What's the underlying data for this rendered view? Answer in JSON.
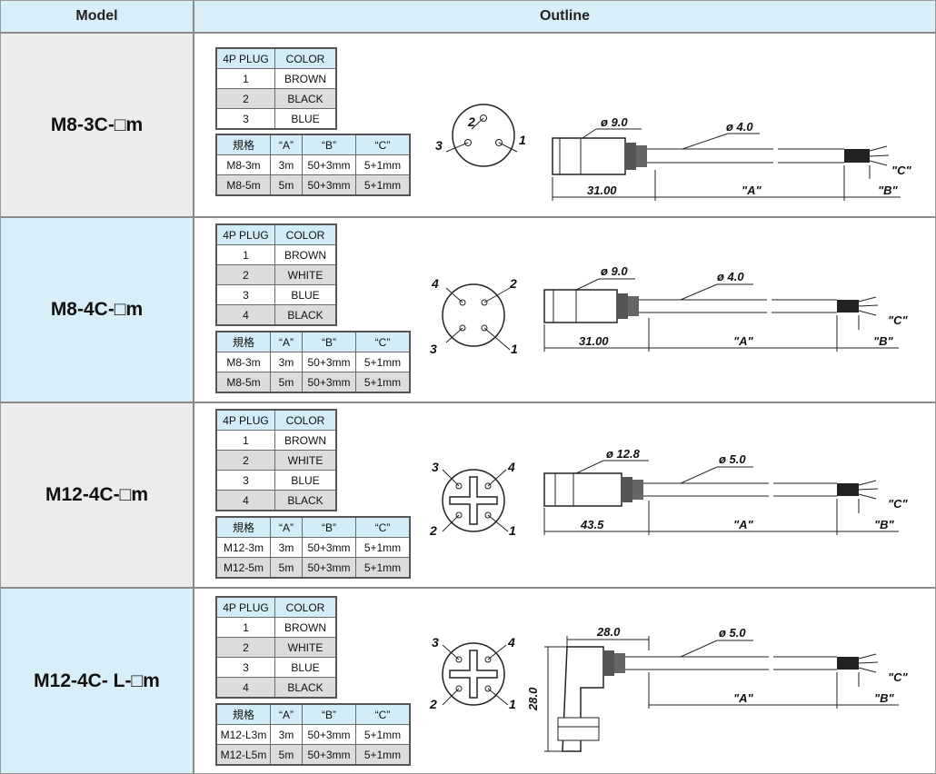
{
  "header": {
    "model": "Model",
    "outline": "Outline"
  },
  "plug_header": {
    "plug": "4P PLUG",
    "color": "COLOR"
  },
  "spec_header": {
    "spec": "規格",
    "a": "“A”",
    "b": "“B”",
    "c": "“C”"
  },
  "rows": [
    {
      "model": "M8-3C-□m",
      "pins": [
        [
          "1",
          "BROWN"
        ],
        [
          "2",
          "BLACK"
        ],
        [
          "3",
          "BLUE"
        ]
      ],
      "specs": [
        [
          "M8-3m",
          "3m",
          "50+3mm",
          "5+1mm"
        ],
        [
          "M8-5m",
          "5m",
          "50+3mm",
          "5+1mm"
        ]
      ],
      "pin_labels": [
        "3",
        "2",
        "1"
      ],
      "dia_head": "ø 9.0",
      "dia_cable": "ø 4.0",
      "length": "31.00",
      "dim_a": "\"A\"",
      "dim_b": "\"B\"",
      "dim_c": "\"C\""
    },
    {
      "model": "M8-4C-□m",
      "pins": [
        [
          "1",
          "BROWN"
        ],
        [
          "2",
          "WHITE"
        ],
        [
          "3",
          "BLUE"
        ],
        [
          "4",
          "BLACK"
        ]
      ],
      "specs": [
        [
          "M8-3m",
          "3m",
          "50+3mm",
          "5+1mm"
        ],
        [
          "M8-5m",
          "5m",
          "50+3mm",
          "5+1mm"
        ]
      ],
      "pin_labels": [
        "4",
        "2",
        "3",
        "1"
      ],
      "dia_head": "ø 9.0",
      "dia_cable": "ø 4.0",
      "length": "31.00",
      "dim_a": "\"A\"",
      "dim_b": "\"B\"",
      "dim_c": "\"C\""
    },
    {
      "model": "M12-4C-□m",
      "pins": [
        [
          "1",
          "BROWN"
        ],
        [
          "2",
          "WHITE"
        ],
        [
          "3",
          "BLUE"
        ],
        [
          "4",
          "BLACK"
        ]
      ],
      "specs": [
        [
          "M12-3m",
          "3m",
          "50+3mm",
          "5+1mm"
        ],
        [
          "M12-5m",
          "5m",
          "50+3mm",
          "5+1mm"
        ]
      ],
      "pin_labels": [
        "3",
        "4",
        "2",
        "1"
      ],
      "dia_head": "ø 12.8",
      "dia_cable": "ø 5.0",
      "length": "43.5",
      "dim_a": "\"A\"",
      "dim_b": "\"B\"",
      "dim_c": "\"C\""
    },
    {
      "model": "M12-4C- L-□m",
      "pins": [
        [
          "1",
          "BROWN"
        ],
        [
          "2",
          "WHITE"
        ],
        [
          "3",
          "BLUE"
        ],
        [
          "4",
          "BLACK"
        ]
      ],
      "specs": [
        [
          "M12-L3m",
          "3m",
          "50+3mm",
          "5+1mm"
        ],
        [
          "M12-L5m",
          "5m",
          "50+3mm",
          "5+1mm"
        ]
      ],
      "pin_labels": [
        "3",
        "4",
        "2",
        "1"
      ],
      "dia_cable": "ø 5.0",
      "length": "28.0",
      "height": "28.0",
      "dim_a": "\"A\"",
      "dim_b": "\"B\"",
      "dim_c": "\"C\""
    }
  ]
}
